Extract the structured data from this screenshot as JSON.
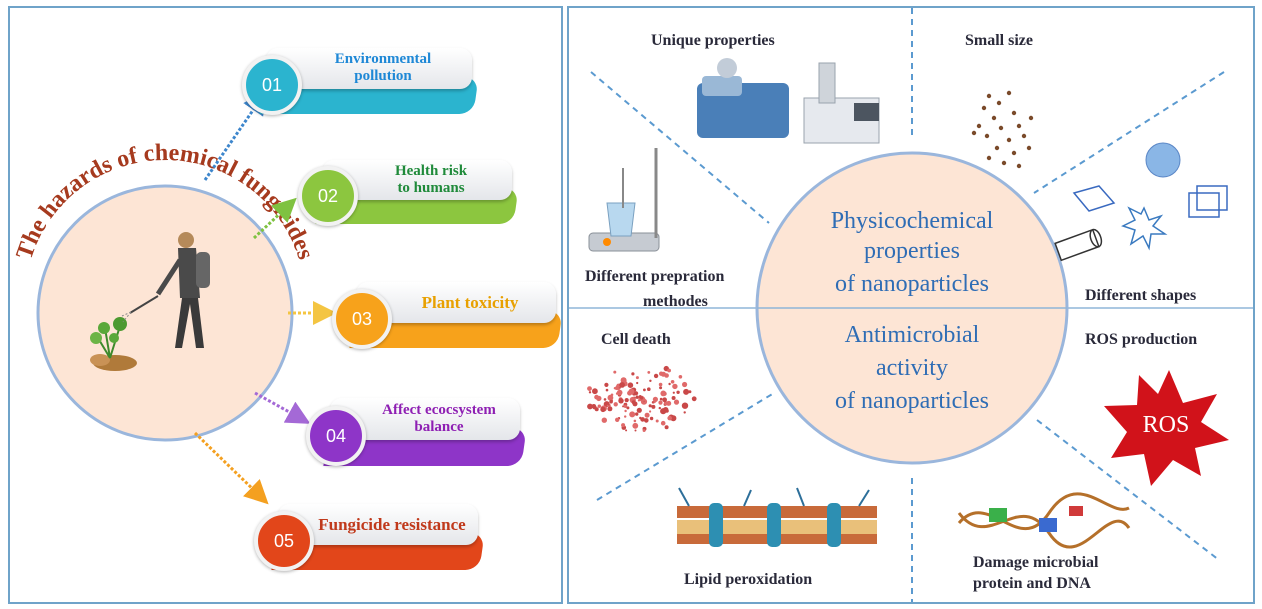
{
  "left_panel": {
    "arc_title": "The hazards of chemical fungicides",
    "items": [
      {
        "num": "01",
        "label_lines": [
          "Environmental",
          "pollution"
        ],
        "color": "#2bb4cf",
        "text_color": "#1e88d6"
      },
      {
        "num": "02",
        "label_lines": [
          "Health risk",
          "to humans"
        ],
        "color": "#8cc63f",
        "text_color": "#1f8a3a"
      },
      {
        "num": "03",
        "label_lines": [
          "Plant toxicity"
        ],
        "color": "#f7a21b",
        "text_color": "#e8a000"
      },
      {
        "num": "04",
        "label_lines": [
          "Affect ecocsystem",
          "balance"
        ],
        "color": "#8e35c8",
        "text_color": "#8e1fb3"
      },
      {
        "num": "05",
        "label_lines": [
          "Fungicide resistance"
        ],
        "color": "#e2461a",
        "text_color": "#c0391b"
      }
    ]
  },
  "right_panel": {
    "center_top": [
      "Physicochemical",
      "properties",
      "of nanoparticles"
    ],
    "center_bottom": [
      "Antimicrobial",
      "activity",
      "of nanoparticles"
    ],
    "labels": {
      "unique": "Unique properties",
      "small": "Small size",
      "prep_1": "Different prepration",
      "prep_2": "methodes",
      "shapes": "Different shapes",
      "cell_death": "Cell death",
      "ros_production": "ROS production",
      "ros_badge": "ROS",
      "lipid": "Lipid peroxidation",
      "damage_1": "Damage microbial",
      "damage_2": "protein and DNA"
    }
  },
  "colors": {
    "panel_border": "#6fa3c9",
    "circle_fill": "#fde5d5",
    "circle_stroke": "#9ab6dc",
    "title_color": "#a63a1e",
    "center_text": "#2f6db5",
    "ros_red": "#d1121a"
  }
}
